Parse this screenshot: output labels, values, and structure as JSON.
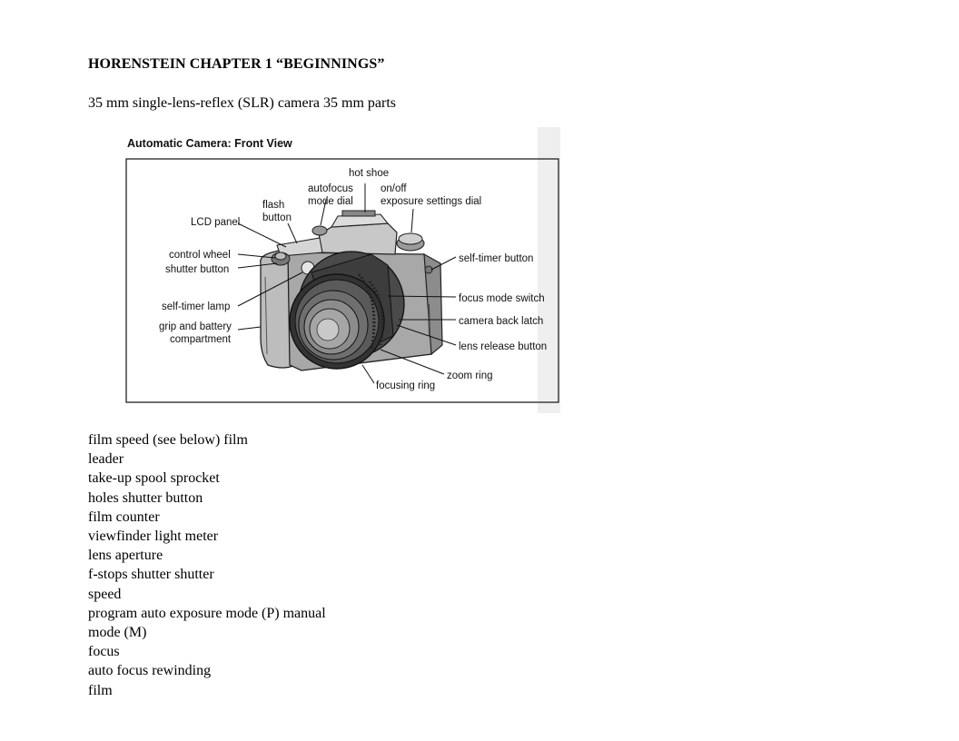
{
  "document": {
    "title": "HORENSTEIN CHAPTER 1 “BEGINNINGS”",
    "subtitle": "35 mm single-lens-reflex (SLR) camera 35 mm parts"
  },
  "figure": {
    "title": "Automatic Camera: Front View",
    "labels": {
      "hot_shoe": "hot shoe",
      "autofocus_1": "autofocus",
      "autofocus_2": "mode dial",
      "onoff_1": "on/off",
      "onoff_2": "exposure settings dial",
      "flash_1": "flash",
      "flash_2": "button",
      "lcd_panel": "LCD panel",
      "control_wheel": "control wheel",
      "shutter_button": "shutter button",
      "self_timer_lamp": "self-timer lamp",
      "grip_1": "grip and battery",
      "grip_2": "compartment",
      "self_timer_button": "self-timer button",
      "focus_mode_switch": "focus mode switch",
      "camera_back_latch": "camera back latch",
      "lens_release_button": "lens release button",
      "zoom_ring": "zoom ring",
      "focusing_ring": "focusing ring"
    }
  },
  "terms": [
    "film speed (see below) film",
    "leader",
    "take-up spool sprocket",
    "holes shutter button",
    "film counter",
    "viewfinder light meter",
    "lens aperture",
    "f-stops shutter shutter",
    "speed",
    "program auto exposure mode (P) manual",
    "mode (M)",
    "focus",
    "auto focus rewinding",
    "film"
  ]
}
